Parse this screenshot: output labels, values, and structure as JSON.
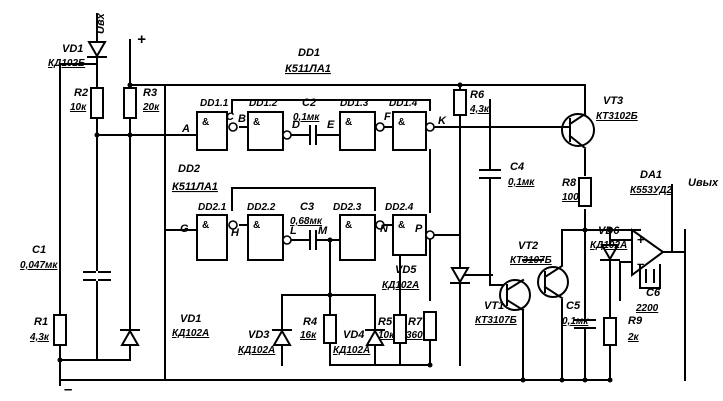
{
  "supply": {
    "input": "Uвх",
    "plus": "+",
    "minus": "–",
    "output": "Uвых"
  },
  "chips": {
    "dd1": {
      "ref": "DD1",
      "type": "К511ЛА1"
    },
    "dd2": {
      "ref": "DD2",
      "type": "К511ЛА1"
    }
  },
  "gates": [
    "DD1.1",
    "DD1.2",
    "DD1.3",
    "DD1.4",
    "DD2.1",
    "DD2.2",
    "DD2.3",
    "DD2.4"
  ],
  "gate_symbol": "&",
  "nodes": [
    "A",
    "B",
    "C",
    "D",
    "E",
    "F",
    "K",
    "G",
    "H",
    "L",
    "M",
    "N",
    "P"
  ],
  "resistors": [
    {
      "ref": "R1",
      "value": "4,3к"
    },
    {
      "ref": "R2",
      "value": "10к"
    },
    {
      "ref": "R3",
      "value": "20к"
    },
    {
      "ref": "R4",
      "value": "16к"
    },
    {
      "ref": "R5",
      "value": "10к"
    },
    {
      "ref": "R6",
      "value": "4,3к"
    },
    {
      "ref": "R7",
      "value": "360"
    },
    {
      "ref": "R8",
      "value": "100"
    },
    {
      "ref": "R9",
      "value": "2к"
    }
  ],
  "capacitors": [
    {
      "ref": "C1",
      "value": "0,047мк"
    },
    {
      "ref": "C2",
      "value": "0,1мк"
    },
    {
      "ref": "C3",
      "value": "0,68мк"
    },
    {
      "ref": "C4",
      "value": "0,1мк"
    },
    {
      "ref": "C5",
      "value": "0,1мк"
    },
    {
      "ref": "C6",
      "value": "2200"
    }
  ],
  "diodes": [
    {
      "ref": "VD1",
      "type": "КД102Б"
    },
    {
      "ref": "VD1",
      "type": "КД102А"
    },
    {
      "ref": "VD3",
      "type": "КД102А"
    },
    {
      "ref": "VD4",
      "type": "КД102А"
    },
    {
      "ref": "VD5",
      "type": "КД102А"
    },
    {
      "ref": "VD6",
      "type": "КД102А"
    }
  ],
  "transistors": [
    {
      "ref": "VT1",
      "type": "КТ3107Б"
    },
    {
      "ref": "VT2",
      "type": "КТ3107Б"
    },
    {
      "ref": "VT3",
      "type": "КТ3102Б"
    }
  ],
  "opamp": {
    "ref": "DA1",
    "type": "К553УД2"
  }
}
